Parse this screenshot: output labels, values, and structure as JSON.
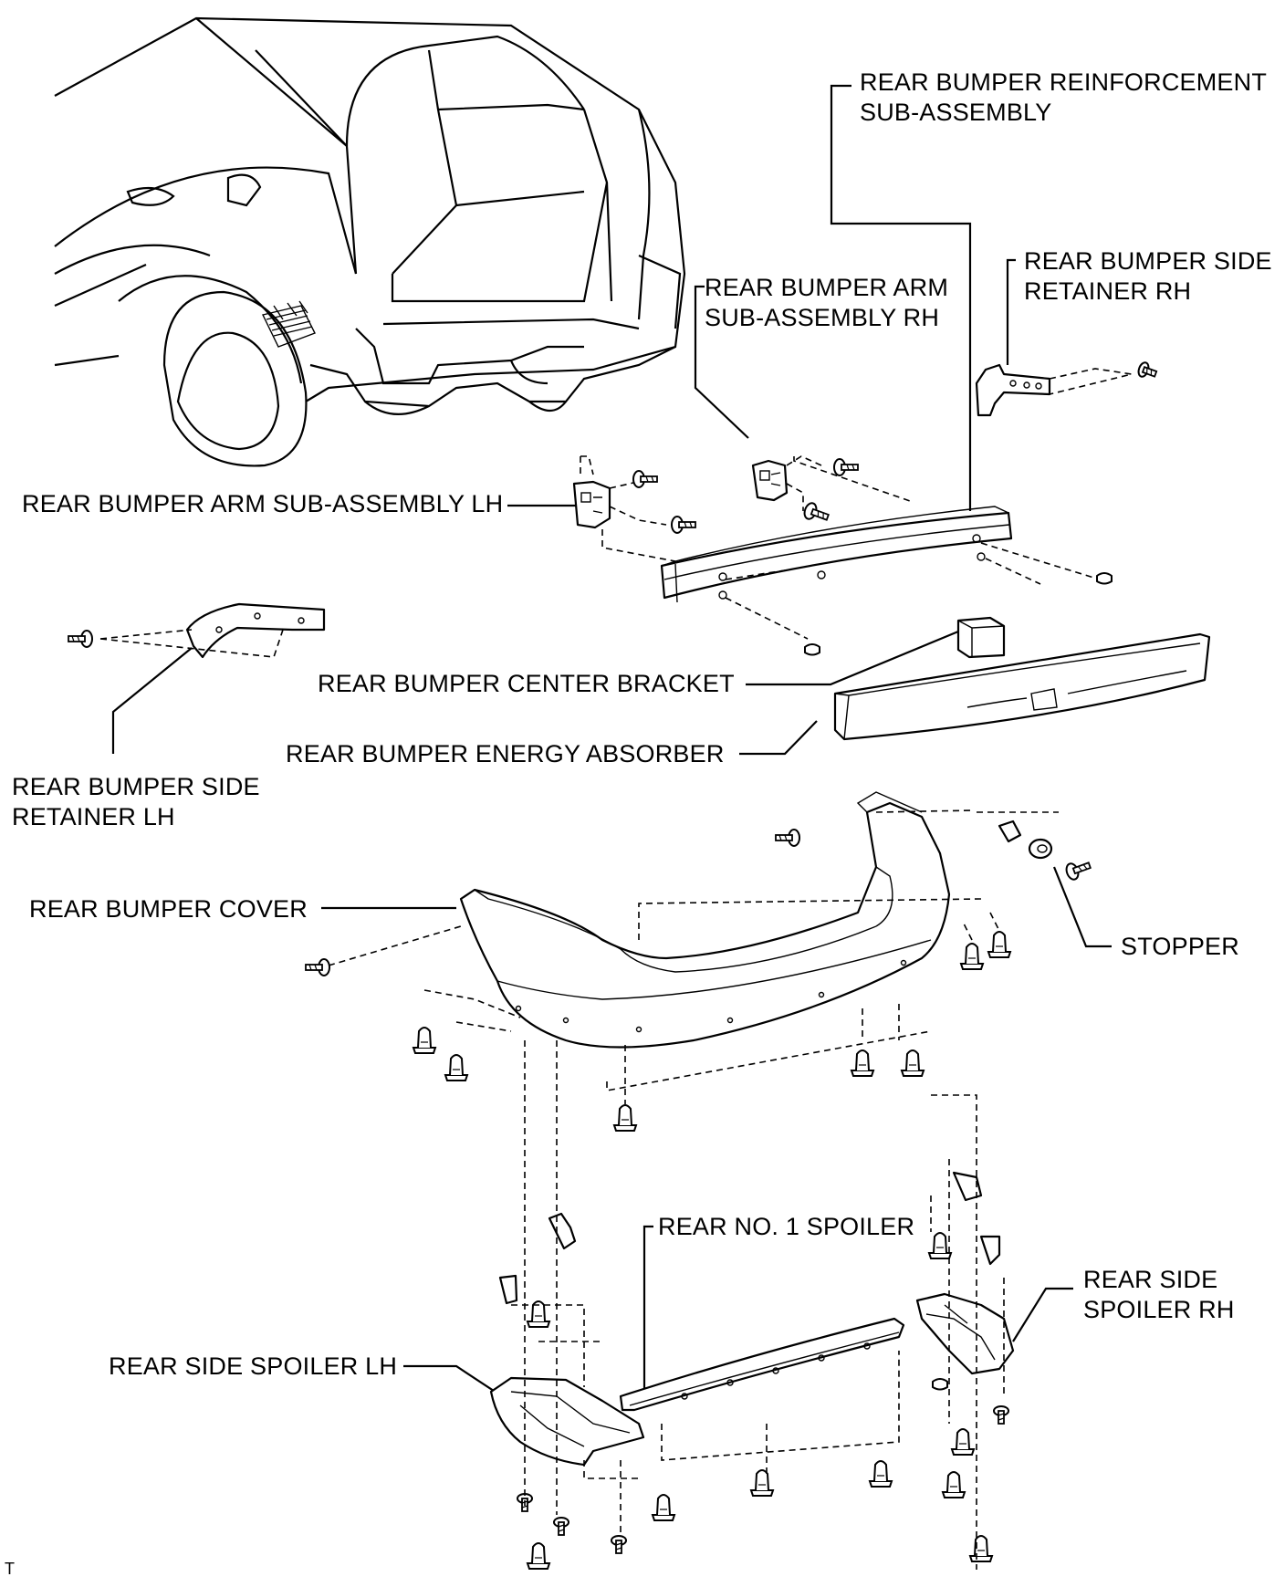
{
  "labels": {
    "reinforcement": "REAR BUMPER REINFORCEMENT\nSUB-ASSEMBLY",
    "side_retainer_rh": "REAR BUMPER SIDE\nRETAINER RH",
    "arm_rh": "REAR BUMPER ARM\nSUB-ASSEMBLY RH",
    "arm_lh": "REAR BUMPER ARM SUB-ASSEMBLY LH",
    "center_bracket": "REAR BUMPER CENTER BRACKET",
    "energy_absorber": "REAR BUMPER ENERGY ABSORBER",
    "side_retainer_lh": "REAR BUMPER SIDE\nRETAINER LH",
    "bumper_cover": "REAR BUMPER COVER",
    "stopper": "STOPPER",
    "no1_spoiler": "REAR NO. 1 SPOILER",
    "side_spoiler_rh": "REAR SIDE\nSPOILER RH",
    "side_spoiler_lh": "REAR SIDE SPOILER LH",
    "corner_mark": "T"
  }
}
